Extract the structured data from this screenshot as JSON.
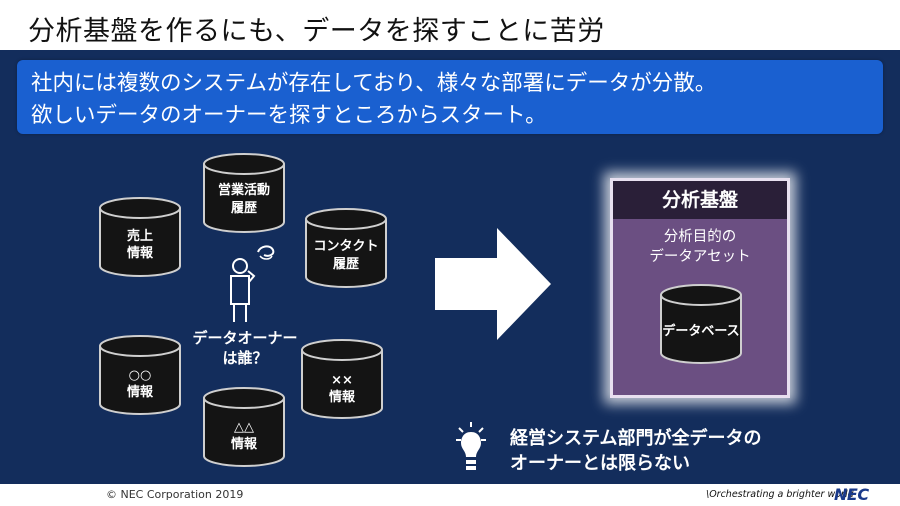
{
  "slide": {
    "title": "分析基盤を作るにも、データを探すことに苦労",
    "callout": {
      "line1": "社内には複数のシステムが存在しており、様々な部署にデータが分散。",
      "line2": "欲しいデータのオーナーを探すところからスタート。"
    },
    "databases": [
      {
        "line1": "売上",
        "line2": "情報"
      },
      {
        "line1": "営業活動",
        "line2": "履歴"
      },
      {
        "line1": "コンタクト",
        "line2": "履歴"
      },
      {
        "line1": "○○",
        "line2": "情報"
      },
      {
        "line1": "△△",
        "line2": "情報"
      },
      {
        "line1": "××",
        "line2": "情報"
      }
    ],
    "question": {
      "line1": "データオーナー",
      "line2": "は誰？"
    },
    "platform": {
      "title": "分析基盤",
      "subtitle1": "分析目的の",
      "subtitle2": "データアセット",
      "db_label": "データベース"
    },
    "note": {
      "line1": "経営システム部門が全データの",
      "line2": "オーナーとは限らない"
    },
    "footer": {
      "copyright": "© NEC Corporation 2019",
      "tagline": "\\Orchestrating a brighter world",
      "logo": "NEC"
    },
    "colors": {
      "background": "#132d5c",
      "callout": "#1a60d0",
      "platform": "#6b4f82",
      "platform_header": "#2a1f38",
      "cylinder": "#141414"
    },
    "icons": [
      "database-icon",
      "thinking-person-icon",
      "right-arrow-icon",
      "lightbulb-icon"
    ]
  }
}
